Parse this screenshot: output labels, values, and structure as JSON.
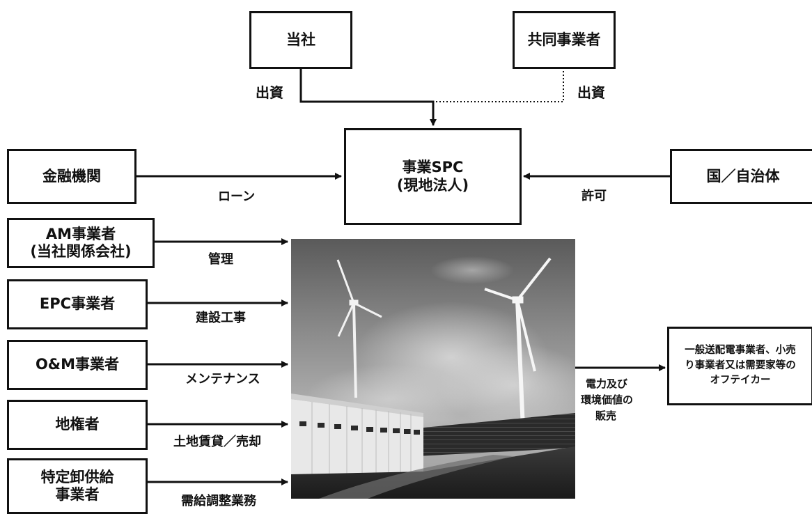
{
  "entities": {
    "company": "当社",
    "co_investor": "共同事業者",
    "spc_line1": "事業SPC",
    "spc_line2": "(現地法人)",
    "finance": "金融機関",
    "government": "国／自治体",
    "am_line1": "AM事業者",
    "am_line2": "(当社関係会社)",
    "epc": "EPC事業者",
    "om": "O&M事業者",
    "landowner": "地権者",
    "supplier_line1": "特定卸供給",
    "supplier_line2": "事業者",
    "offtaker_line1": "一般送配電事業者、小売",
    "offtaker_line2": "り事業者又は需要家等の",
    "offtaker_line3": "オフテイカー"
  },
  "flows": {
    "investment_company": "出資",
    "investment_co": "出資",
    "loan": "ローン",
    "permit": "許可",
    "management": "管理",
    "construction": "建設工事",
    "maintenance": "メンテナンス",
    "land": "土地賃貸／売却",
    "balancing": "需給調整業務",
    "sales_line1": "電力及び",
    "sales_line2": "環境価値の",
    "sales_line3": "販売"
  },
  "photo": {
    "subject": "wind-turbines-solar-panels-battery-storage"
  },
  "colors": {
    "line": "#111111",
    "background": "#ffffff"
  }
}
